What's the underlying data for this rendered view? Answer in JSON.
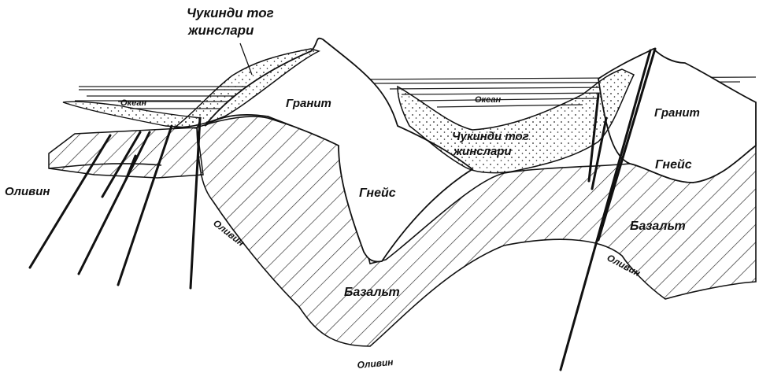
{
  "labels": {
    "sediments_top": [
      "Чукинди тог",
      "жинслари"
    ],
    "ocean_left": "Океан",
    "ocean_right": "Океан",
    "granite_left": "Гранит",
    "granite_right": "Гранит",
    "sediments_right": [
      "Чукинди тог",
      "жинслари"
    ],
    "gneiss_center": "Гнейс",
    "gneiss_right": "Гнейс",
    "olivine_far_left": "Оливин",
    "olivine_center_left": "Оливин",
    "olivine_bottom": "Оливин",
    "olivine_right": "Оливин",
    "basalt_center": "Базальт",
    "basalt_right": "Базальт"
  }
}
